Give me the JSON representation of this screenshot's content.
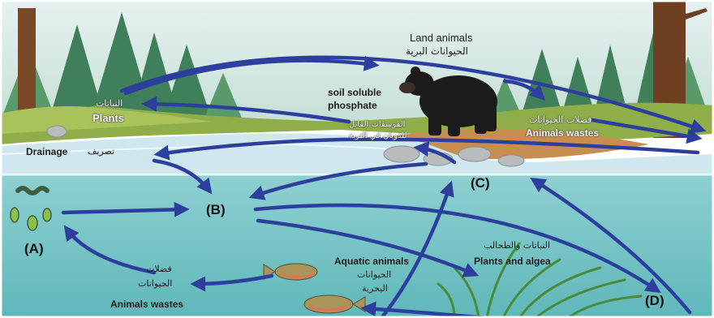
{
  "labels": {
    "land_animals_en": "Land animals",
    "land_animals_ar": "الحيوانات البرية",
    "soil_phosphate_en_1": "soil soluble",
    "soil_phosphate_en_2": "phosphate",
    "soil_phosphate_ar_1": "الفوسفات القابل",
    "soil_phosphate_ar_2": "للذوبان في التربة",
    "plants_ar": "النباتات",
    "plants_en": "Plants",
    "animal_wastes_top_ar": "فضلات الحيوانات",
    "animal_wastes_top_en": "Animals wastes",
    "drainage_en": "Drainage",
    "drainage_ar": "تصريف",
    "marker_a": "(A)",
    "marker_b": "(B)",
    "marker_c": "(C)",
    "marker_d": "(D)",
    "aquatic_en": "Aquatic animals",
    "aquatic_ar_1": "الحيوانات",
    "aquatic_ar_2": "البحرية",
    "plants_algae_ar": "النباتات والطحالب",
    "plants_algae_en": "Plants and algea",
    "animal_wastes_bottom_ar_1": "فضلات",
    "animal_wastes_bottom_ar_2": "الحيوانات",
    "animal_wastes_bottom_en": "Animals wastes"
  },
  "colors": {
    "arrow": "#2c3f9c",
    "sky": "#c9e6ee",
    "grass": "#8fae4a",
    "water_surface": "#a9d6e2",
    "water_deep": "#74c2c6",
    "soil": "#c98e4f",
    "tree_dark": "#2f6b4a",
    "trunk": "#7a4a28"
  }
}
